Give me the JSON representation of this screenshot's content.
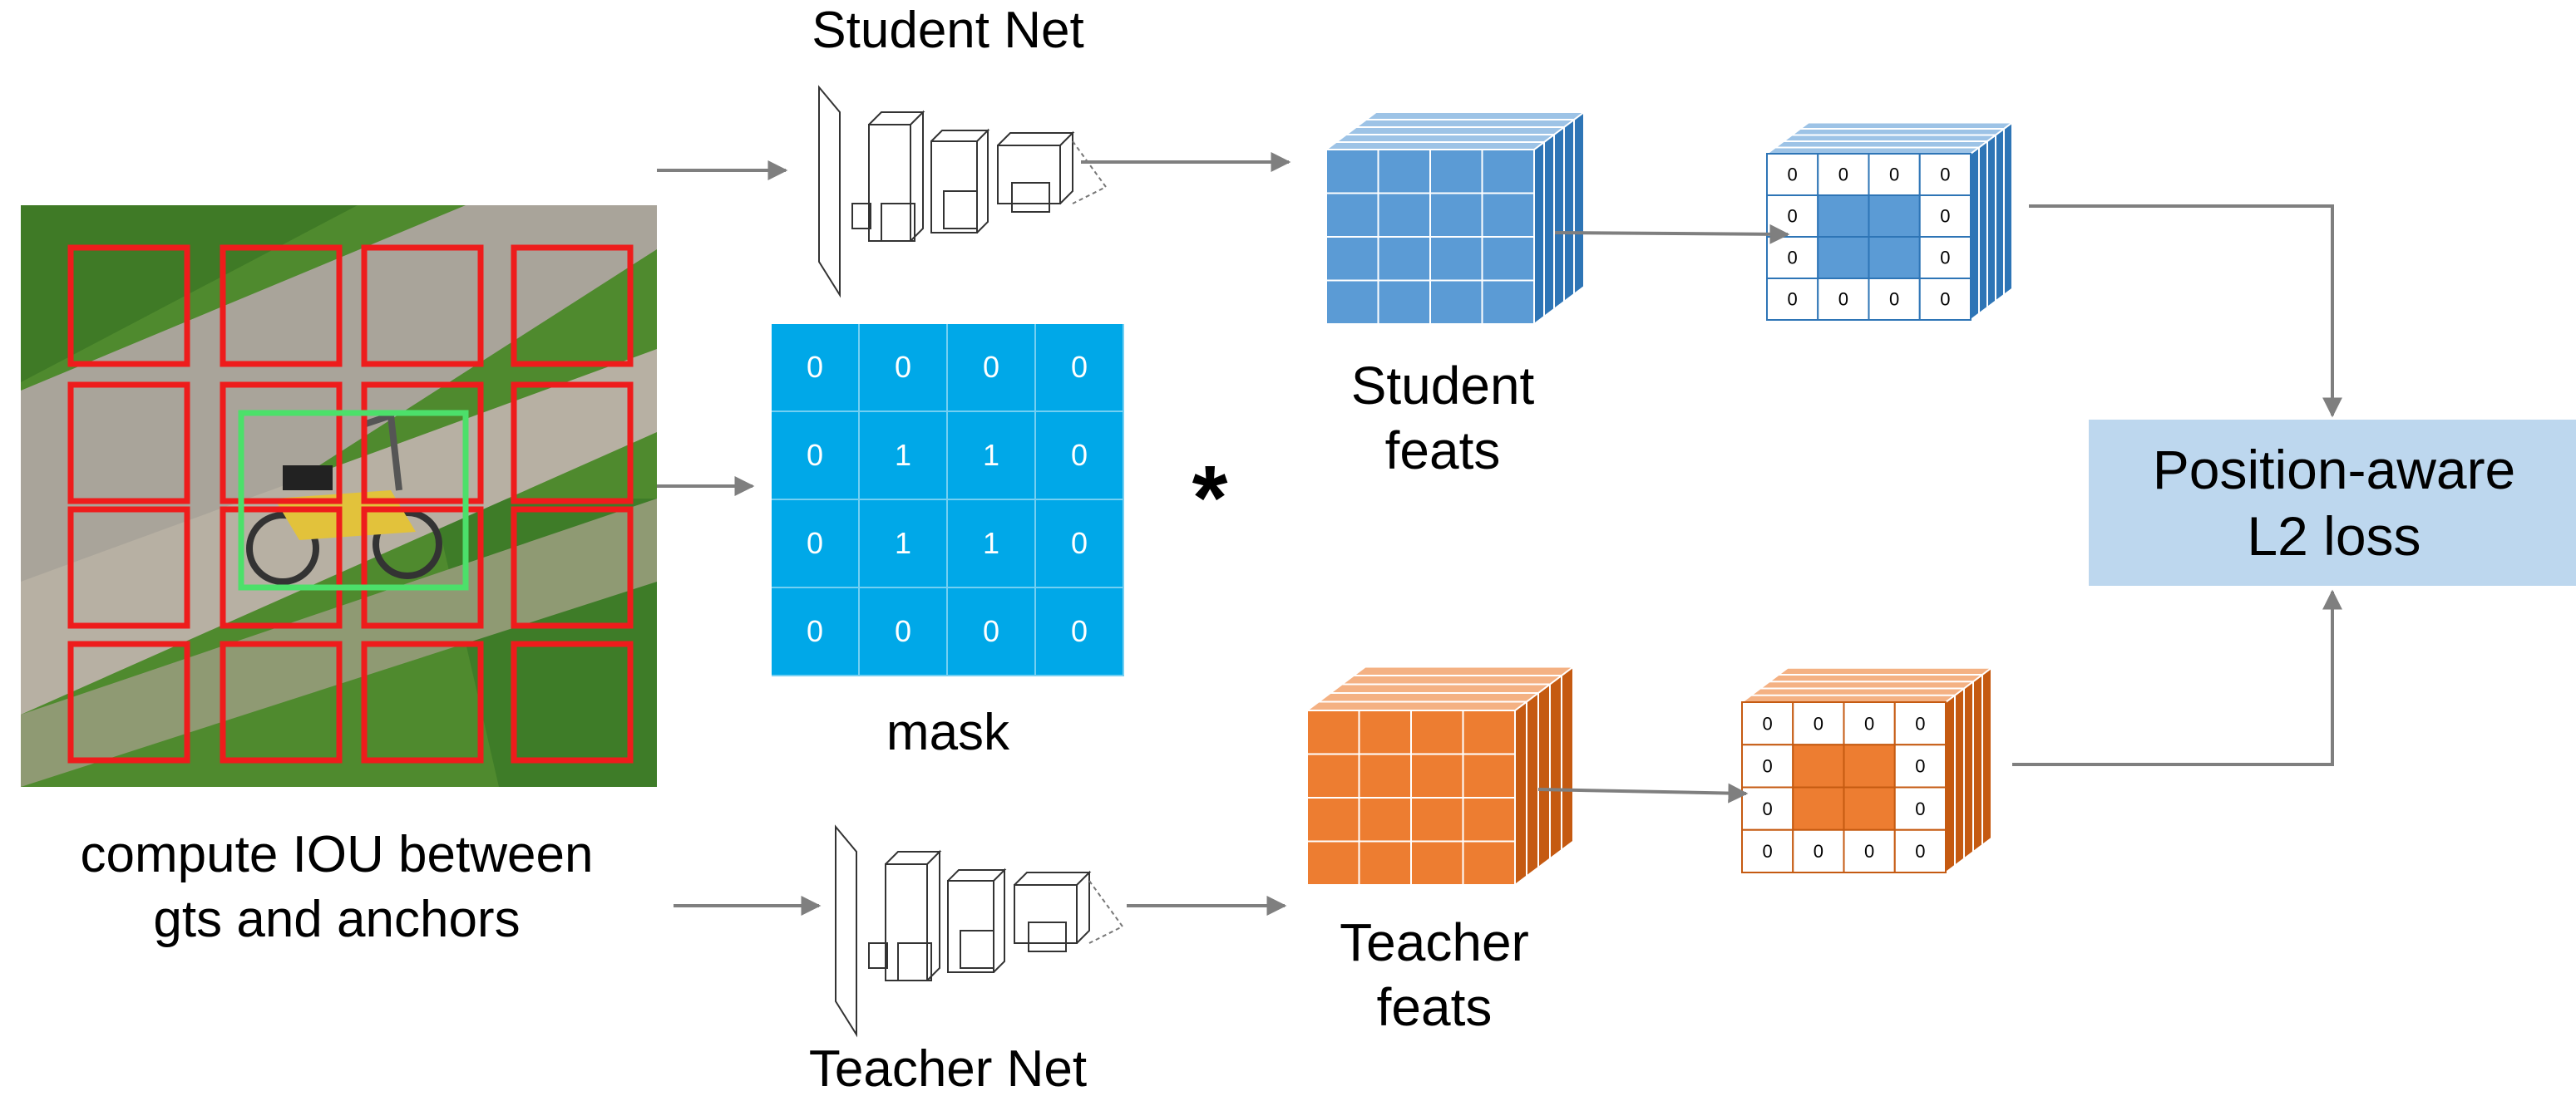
{
  "image": {
    "grid_boxes": 16,
    "colors": {
      "box": "#ee1c1c",
      "gt": "#4ce06a"
    }
  },
  "labels": {
    "student_net": "Student Net",
    "teacher_net": "Teacher Net",
    "iou_line1": "compute IOU between",
    "iou_line2": "gts and anchors",
    "mask": "mask",
    "multiply": "*",
    "student_feats_line1": "Student",
    "student_feats_line2": "feats",
    "teacher_feats_line1": "Teacher",
    "teacher_feats_line2": "feats",
    "loss_line1": "Position-aware",
    "loss_line2": "L2 loss"
  },
  "mask_values": [
    [
      "0",
      "0",
      "0",
      "0"
    ],
    [
      "0",
      "1",
      "1",
      "0"
    ],
    [
      "0",
      "1",
      "1",
      "0"
    ],
    [
      "0",
      "0",
      "0",
      "0"
    ]
  ],
  "masked_values": [
    [
      "0",
      "0",
      "0",
      "0"
    ],
    [
      "0",
      "",
      "",
      "0"
    ],
    [
      "0",
      "",
      "",
      "0"
    ],
    [
      "0",
      "0",
      "0",
      "0"
    ]
  ],
  "colors": {
    "student_front": "#5b9bd5",
    "student_top": "#9dc3e6",
    "student_side": "#2e75b6",
    "teacher_front": "#ed7d31",
    "teacher_top": "#f4b183",
    "teacher_side": "#c55a11",
    "mask": "#00a8e8",
    "loss_box": "#bdd7ee",
    "arrow": "#7f7f7f"
  }
}
